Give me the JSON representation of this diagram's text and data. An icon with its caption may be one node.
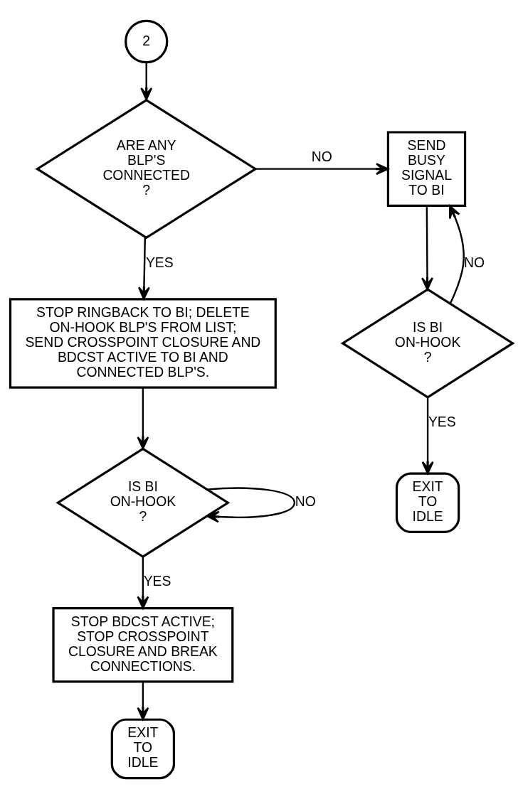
{
  "diagram": {
    "nodes": [
      {
        "text": [
          "2"
        ]
      },
      {
        "text": [
          "ARE ANY BLP'S CONNECTED ?"
        ]
      },
      {
        "text": [
          "SEND BUSY SIGNAL TO BI"
        ]
      },
      {
        "text": [
          "IS BI ON-HOOK ?"
        ]
      },
      {
        "text": [
          "EXIT TO IDLE"
        ]
      },
      {
        "text": [
          "STOP RINGBACK TO BI; DELETE ON-HOOK BLP'S FROM LIST; SEND CROSSPOINT CLOSURE AND BDCST ACTIVE TO BI AND CONNECTED BLP'S."
        ]
      },
      {
        "text": [
          "IS BI ON-HOOK ?"
        ]
      },
      {
        "text": [
          "STOP BDCST ACTIVE; STOP CROSSPOINT CLOSURE AND BREAK CONNECTIONS."
        ]
      },
      {
        "text": [
          "EXIT TO IDLE"
        ]
      }
    ],
    "edges": [
      {
        "from": 0,
        "to": 1,
        "arrow": "to"
      },
      {
        "from": 1,
        "to": 2,
        "arrow": "to",
        "label": "NO"
      },
      {
        "from": 2,
        "to": 3,
        "arrow": "to"
      },
      {
        "from": 3,
        "to": 2,
        "arrow": "to",
        "label": "NO"
      },
      {
        "from": 3,
        "to": 4,
        "arrow": "to",
        "label": "YES"
      },
      {
        "from": 1,
        "to": 5,
        "arrow": "to",
        "label": "YES"
      },
      {
        "from": 5,
        "to": 6,
        "arrow": "to"
      },
      {
        "from": 6,
        "to": 6,
        "arrow": "to",
        "label": "NO"
      },
      {
        "from": 6,
        "to": 7,
        "arrow": "to",
        "label": "YES"
      },
      {
        "from": 7,
        "to": 8,
        "arrow": "to"
      }
    ]
  }
}
